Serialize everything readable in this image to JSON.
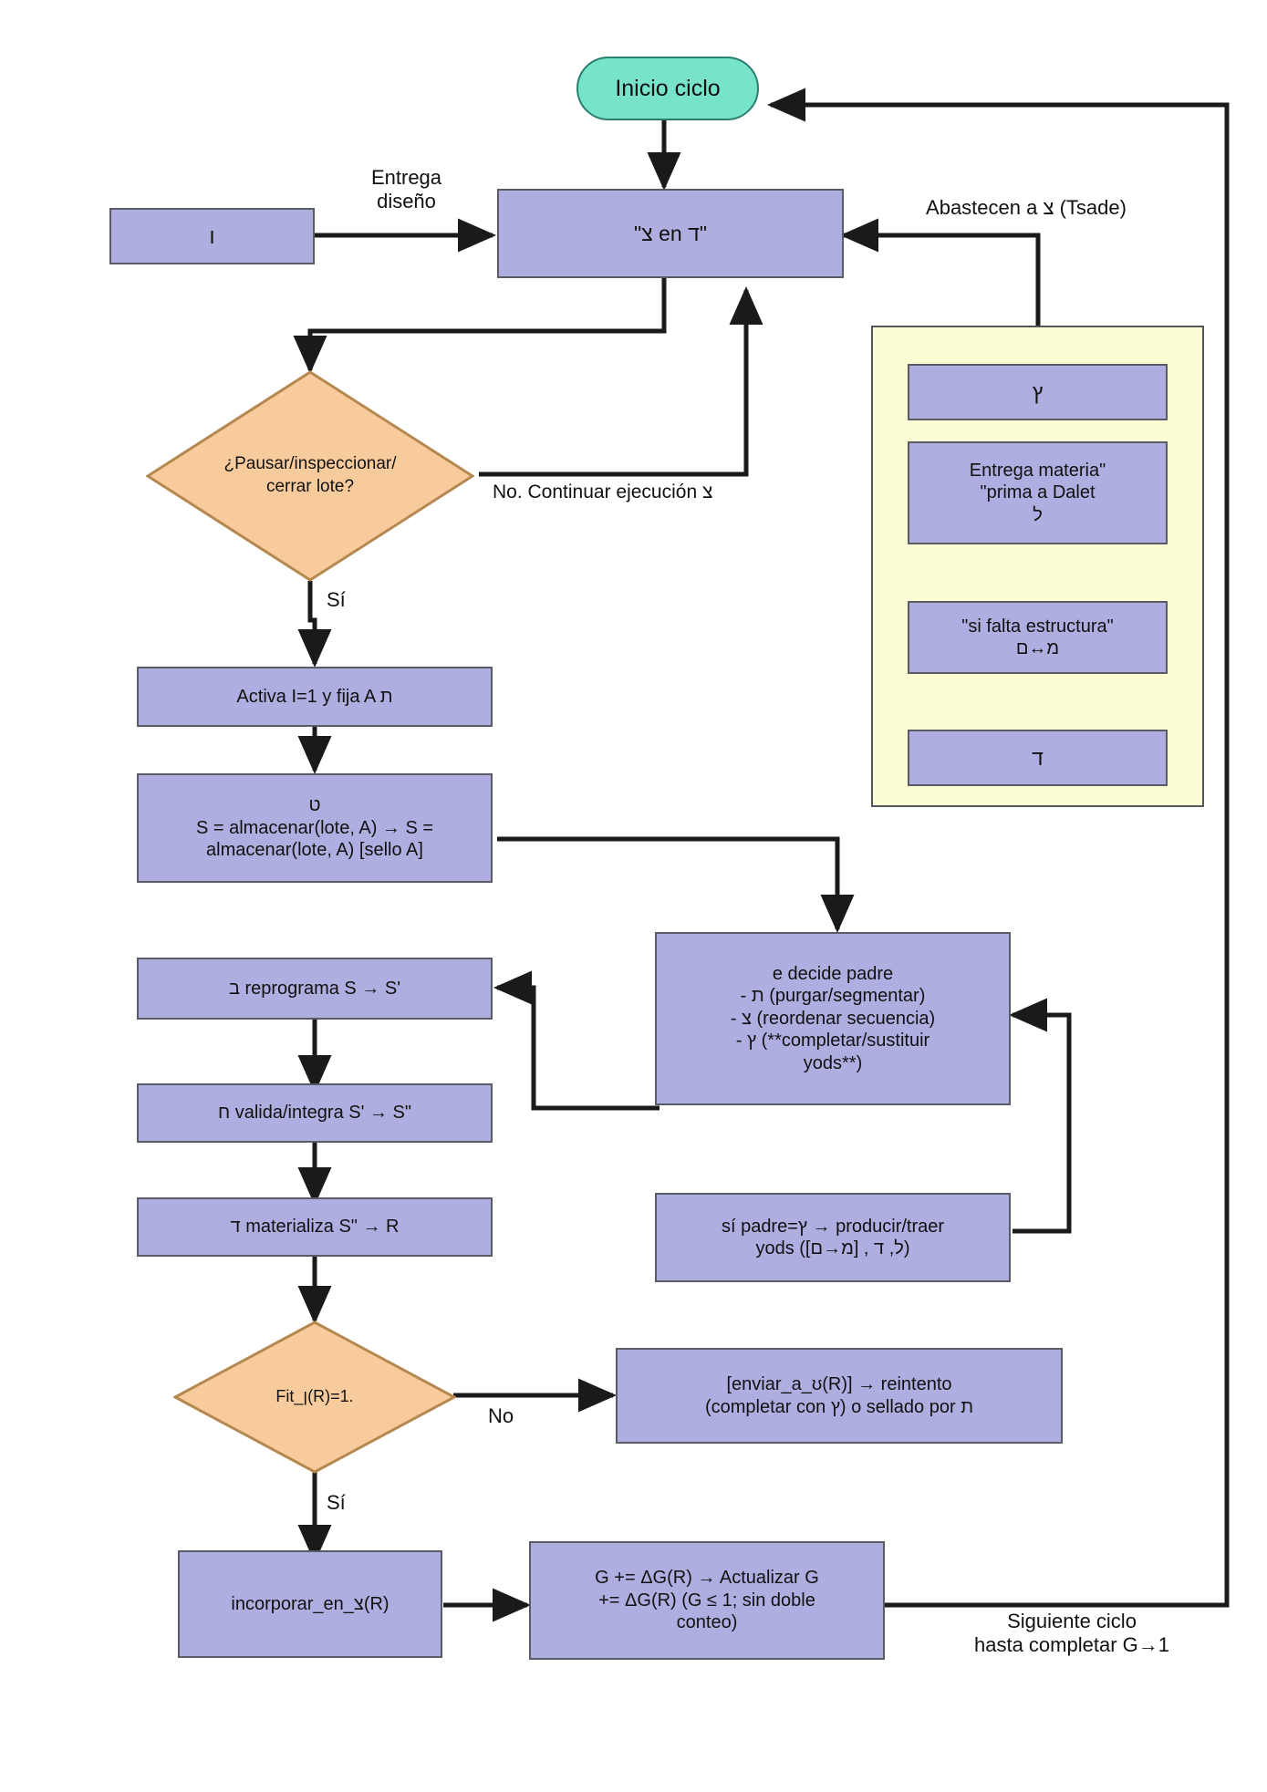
{
  "diagram": {
    "title": "Ciclo de produccion flujo",
    "colors": {
      "process_fill": "#aeaee0",
      "process_stroke": "#5b5b66",
      "decision_fill": "#f8cb9c",
      "decision_stroke": "#b5884f",
      "terminator_fill": "#77e3c8",
      "terminator_stroke": "#2a7f70",
      "group_fill": "#fdfdd5",
      "group_stroke": "#55555c",
      "edge_stroke": "#1a1a1a"
    }
  },
  "nodes": {
    "start": "Inicio ciclo",
    "vav_source": "ו",
    "tsade_en_dalet": "\"צ en ד\"",
    "decision_pause": "¿Pausar/inspeccionar/\ncerrar lote?",
    "activa": "Activa I=1 y fija A ת",
    "almacenar": "ט\nS = almacenar(lote, A) → S =\nalmacenar(lote, A) [sello A]",
    "decide_padre": "e decide padre\n- ת (purgar/segmentar)\n- צ (reordenar secuencia)\n- ץ (**completar/sustituir\nyods**)",
    "reprograma": "ב reprograma S → S'",
    "valida": "ח valida/integra S' → S\"",
    "materializa": "ד materializa S\" → R",
    "si_padre": "sí padre=ץ → producir/traer\nyods ([מ→ם] , ל, ד)",
    "decision_fit": "Fit_ן(R)=1.",
    "reintento": "[enviar_a_ʊ(R)] → reintento\n(completar con ץ) o sellado por ת",
    "incorporar": "incorporar_en_צ(R)",
    "actualizar_g": "G += ΔG(R) → Actualizar G\n+= ΔG(R) (G ≤ 1; sin doble\nconteo)"
  },
  "group": {
    "items": [
      "ץ",
      "Entrega materia\"\n\"prima a Dalet\nל",
      "\"si falta estructura\"\nמ↔ם",
      "ד"
    ]
  },
  "edge_labels": {
    "entrega_diseno": "Entrega\ndiseño",
    "abastecen": "Abastecen a צ (Tsade)",
    "no_continuar": "No. Continuar ejecución צ",
    "si_pause": "Sí",
    "no_fit": "No",
    "si_fit": "Sí",
    "siguiente_ciclo": "Siguiente ciclo\nhasta completar G→1"
  }
}
